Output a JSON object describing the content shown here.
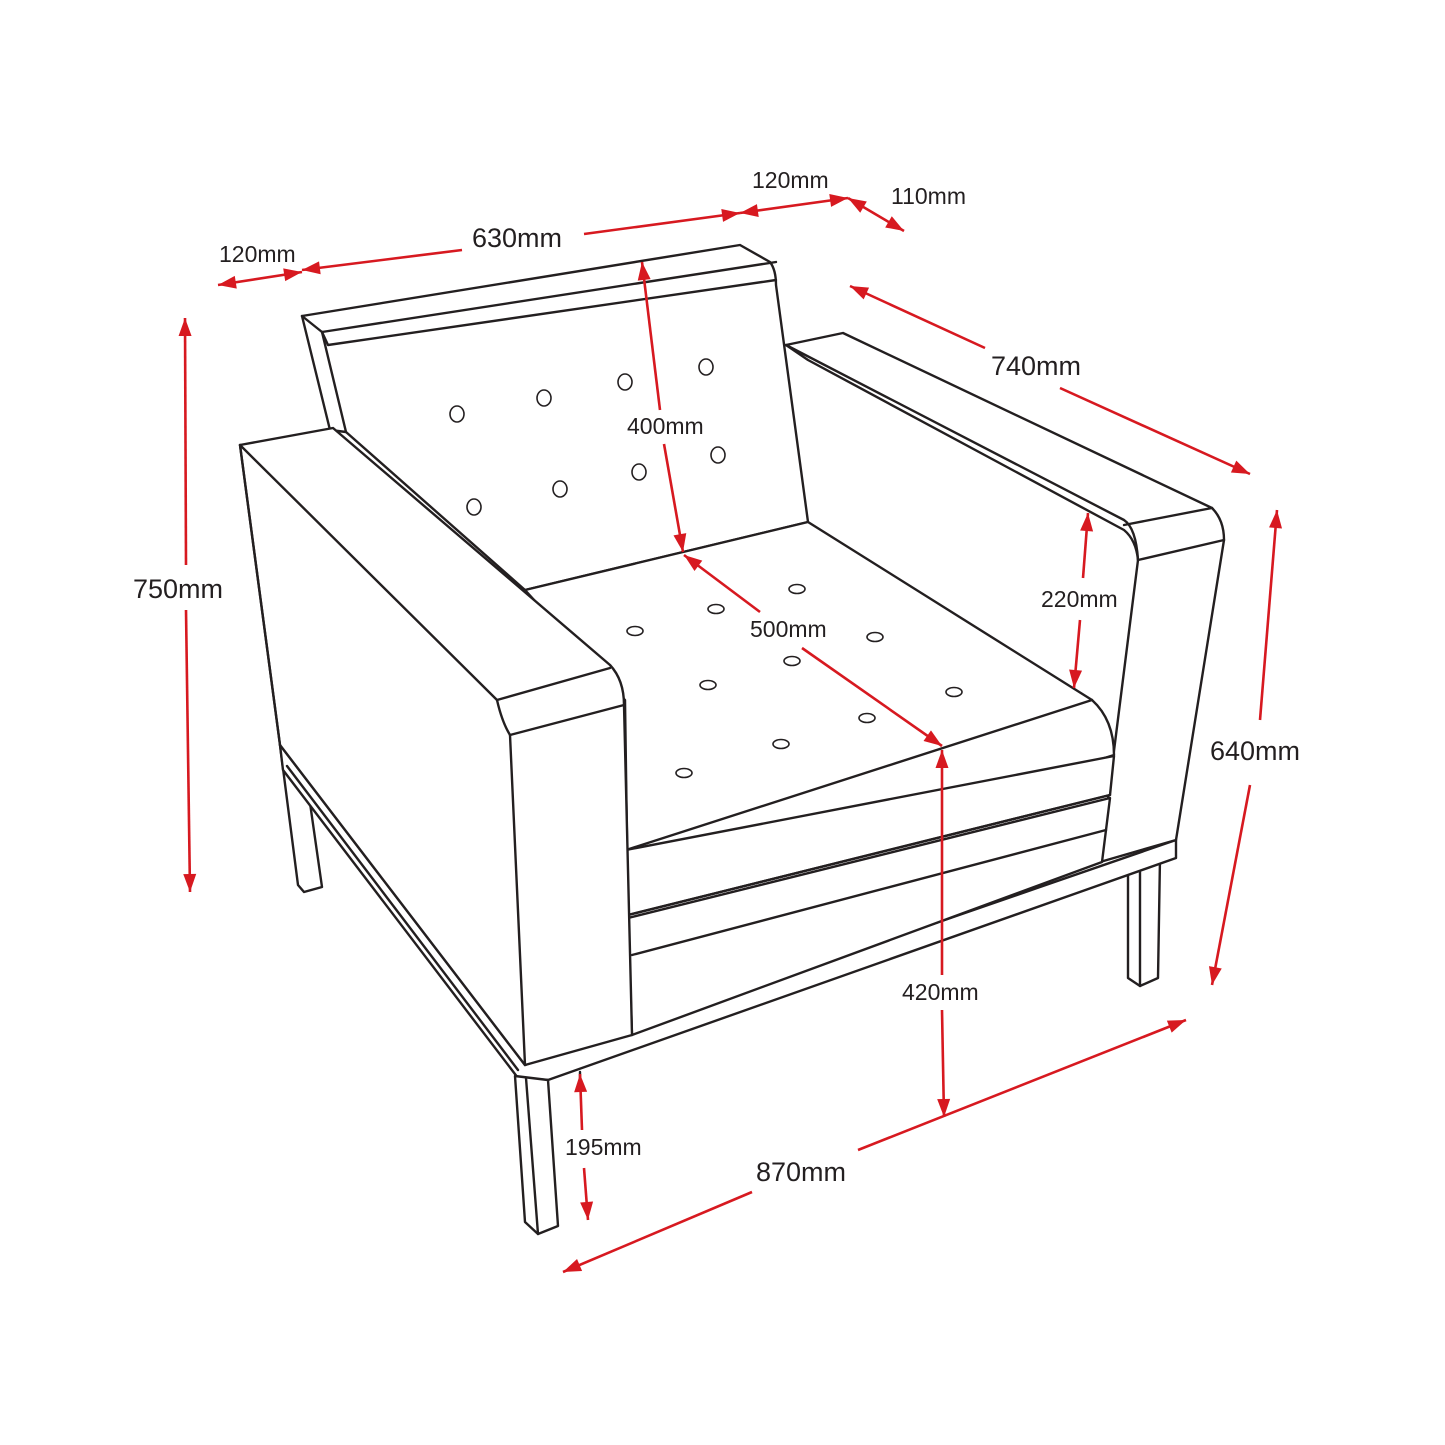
{
  "dimensions": {
    "back_height_total": "750mm",
    "front_width": "870mm",
    "side_depth": "740mm",
    "side_height": "640mm",
    "back_width": "630mm",
    "back_left_thickness": "120mm",
    "back_right_thickness": "120mm",
    "back_depth": "110mm",
    "backrest_height": "400mm",
    "seat_depth": "500mm",
    "arm_height_above_seat": "220mm",
    "seat_height": "420mm",
    "leg_height": "195mm"
  },
  "colors": {
    "line": "#231f20",
    "dimension": "#d71920",
    "background": "#ffffff"
  }
}
